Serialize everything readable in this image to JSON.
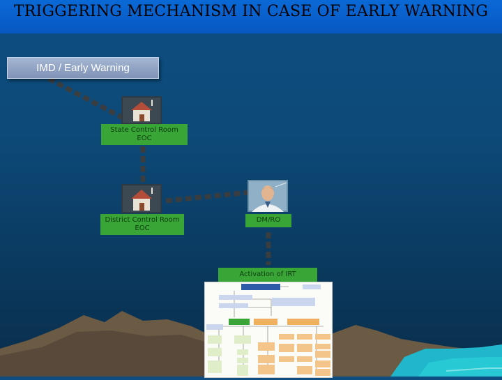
{
  "title": "TRIGGERING MECHANISM IN CASE OF EARLY WARNING",
  "nodes": {
    "imd": "IMD / Early Warning",
    "state_line1": "State Control Room",
    "state_line2": "EOC",
    "district_line1": "District Control Room",
    "district_line2": "EOC",
    "dmro": "DM/RO",
    "irt": "Activation of IRT"
  },
  "icons": {
    "state": "house-icon",
    "district": "house-icon",
    "dmro": "official-person-icon",
    "flowchart": "irt-flowchart-thumbnail"
  },
  "colors": {
    "title_bar": "#0860c8",
    "node_green": "#3aa537",
    "imd_box": "#8fa2c4",
    "arrow": "#3d3d3d"
  }
}
